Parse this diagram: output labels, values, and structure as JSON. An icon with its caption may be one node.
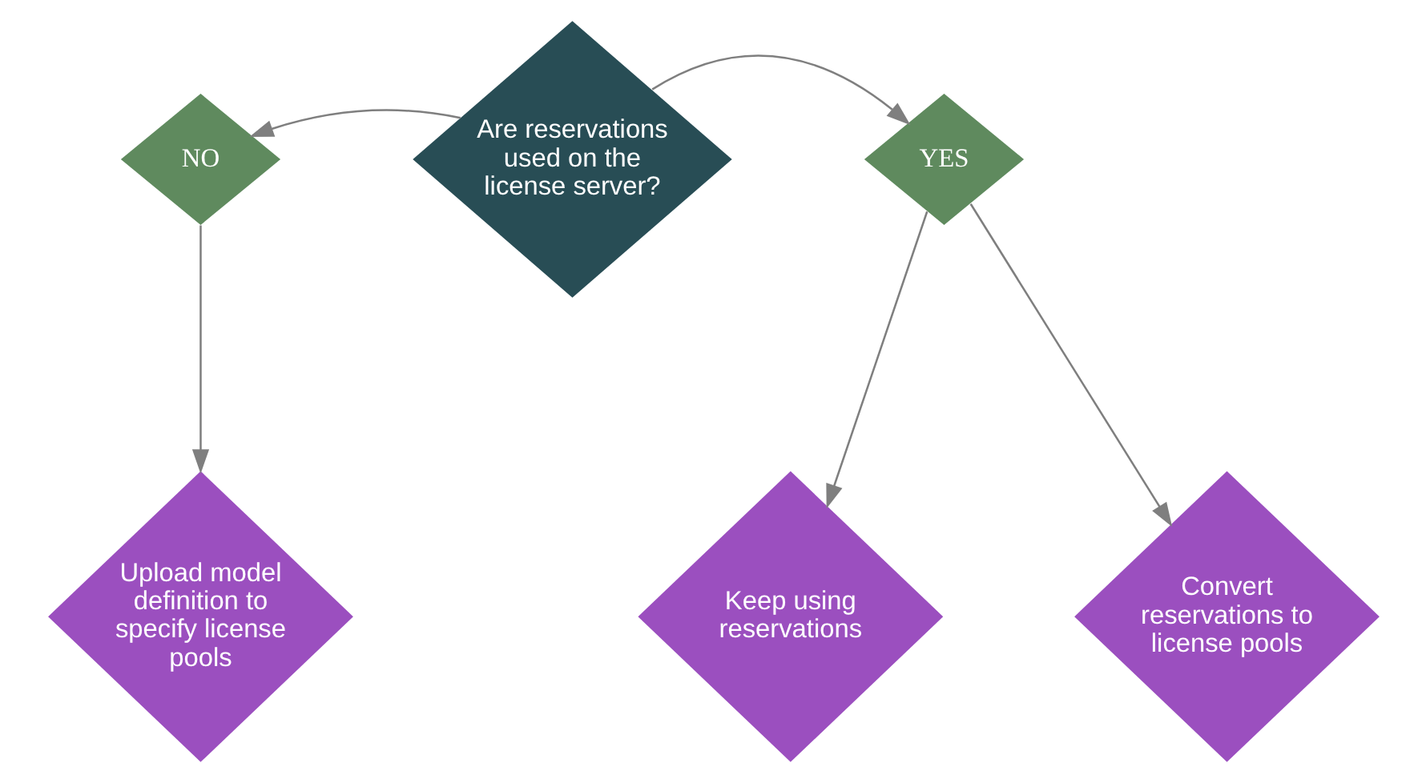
{
  "diagram": {
    "nodes": [
      {
        "text": [
          "Are reservations used on the license server?"
        ]
      },
      {
        "text": [
          "NO"
        ]
      },
      {
        "text": [
          "YES"
        ]
      },
      {
        "text": [
          "Upload model definition to specify license pools"
        ]
      },
      {
        "text": [
          "Keep using reservations"
        ]
      },
      {
        "text": [
          "Convert reservations to license pools"
        ]
      }
    ],
    "edges": [
      {
        "from": 0,
        "to": 1,
        "arrow": "to"
      },
      {
        "from": 0,
        "to": 2,
        "arrow": "to"
      },
      {
        "from": 1,
        "to": 3,
        "arrow": "to"
      },
      {
        "from": 2,
        "to": 4,
        "arrow": "to"
      },
      {
        "from": 2,
        "to": 5,
        "arrow": "to"
      }
    ]
  }
}
